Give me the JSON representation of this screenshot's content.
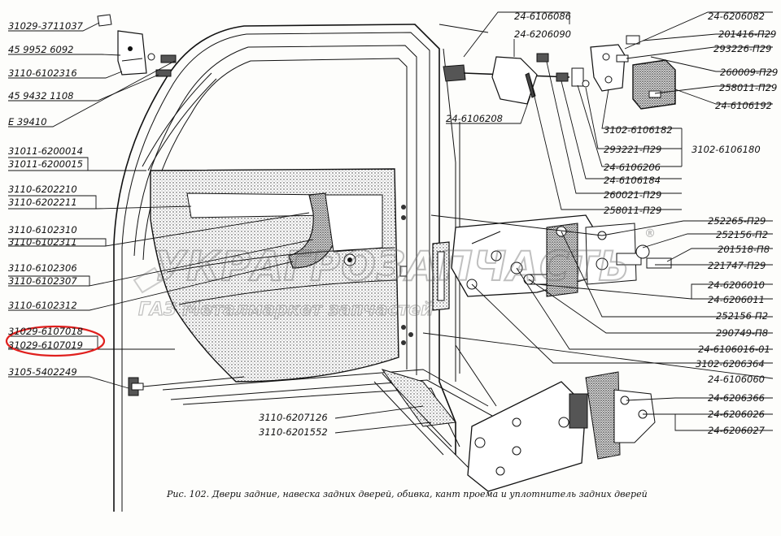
{
  "labels_left": [
    "31029-3711037",
    "45 9952 6092",
    "3110-6102316",
    "45 9432 1108",
    "E 39410",
    "31011-6200014",
    "31011-6200015",
    "3110-6202210",
    "3110-6202211",
    "3110-6102310",
    "3110-6102311",
    "3110-6102306",
    "3110-6102307",
    "3110-6102312",
    "31029-6107018",
    "31029-6107019",
    "3105-5402249"
  ],
  "labels_top": [
    "24-6106086",
    "24-6206090",
    "24-6106208"
  ],
  "labels_right": [
    "24-6206082",
    "201416-П29",
    "293226-П29",
    "260009-П29",
    "258011-П29",
    "24-6106192",
    "3102-6106182",
    "293221-П29",
    "3102-6106180",
    "24-6106206",
    "24-6106184",
    "260021-П29",
    "258011-П29",
    "252265-П29",
    "252156-П2",
    "201518-П8",
    "221747-П29",
    "24-6206010",
    "24-6206011",
    "252156-П2",
    "290749-П8",
    "24-6106016-01",
    "3102-6206364",
    "24-6106060",
    "24-6206366",
    "24-6206026",
    "24-6206027"
  ],
  "labels_bottom": [
    "3110-6207126",
    "3110-6201552"
  ],
  "watermark": {
    "line1": "УКРАГРОЗАПЧАСТЬ",
    "registered": "®",
    "line2": "ГАЗ Металмаркет запчастей"
  },
  "caption": "Рис. 102. Двери задние, навеска задних дверей, обивка, кант проема и уплотнитель задних дверей",
  "colors": {
    "ink": "#111111",
    "highlight": "#e0201e",
    "watermark": "#8a8a8a"
  }
}
